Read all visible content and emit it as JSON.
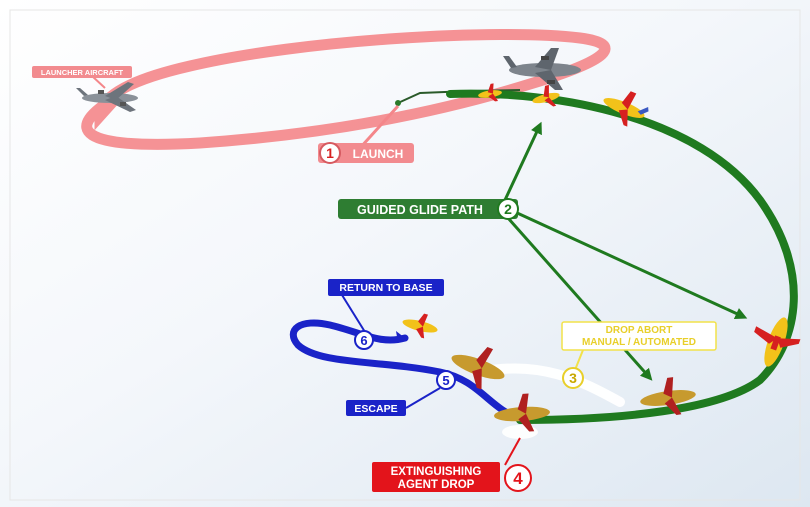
{
  "labels": {
    "launcher_aircraft": "LAUNCHER AIRCRAFT",
    "launch": "LAUNCH",
    "guided_glide_path": "GUIDED GLIDE PATH",
    "drop_abort_line1": "DROP ABORT",
    "drop_abort_line2": "MANUAL / AUTOMATED",
    "return_to_base": "RETURN TO BASE",
    "escape": "ESCAPE",
    "agent_drop_line1": "EXTINGUISHING",
    "agent_drop_line2": "AGENT DROP"
  },
  "steps": {
    "launch": "1",
    "glide": "2",
    "abort": "3",
    "drop": "4",
    "escape": "5",
    "return": "6"
  },
  "colors": {
    "launch_path": "#f4868a",
    "launch_label_bg": "#f28b8f",
    "glide_path": "#1f7a1f",
    "glide_label_bg": "#2e7d32",
    "abort_label": "#f2e24a",
    "escape_path": "#1a23c8",
    "drop_label_bg": "#e3141b",
    "drone_body": "#f2c21a",
    "drone_accent": "#d62020"
  },
  "icons": {
    "launcher": "cargo-jet-icon",
    "drone": "glider-drone-icon"
  }
}
